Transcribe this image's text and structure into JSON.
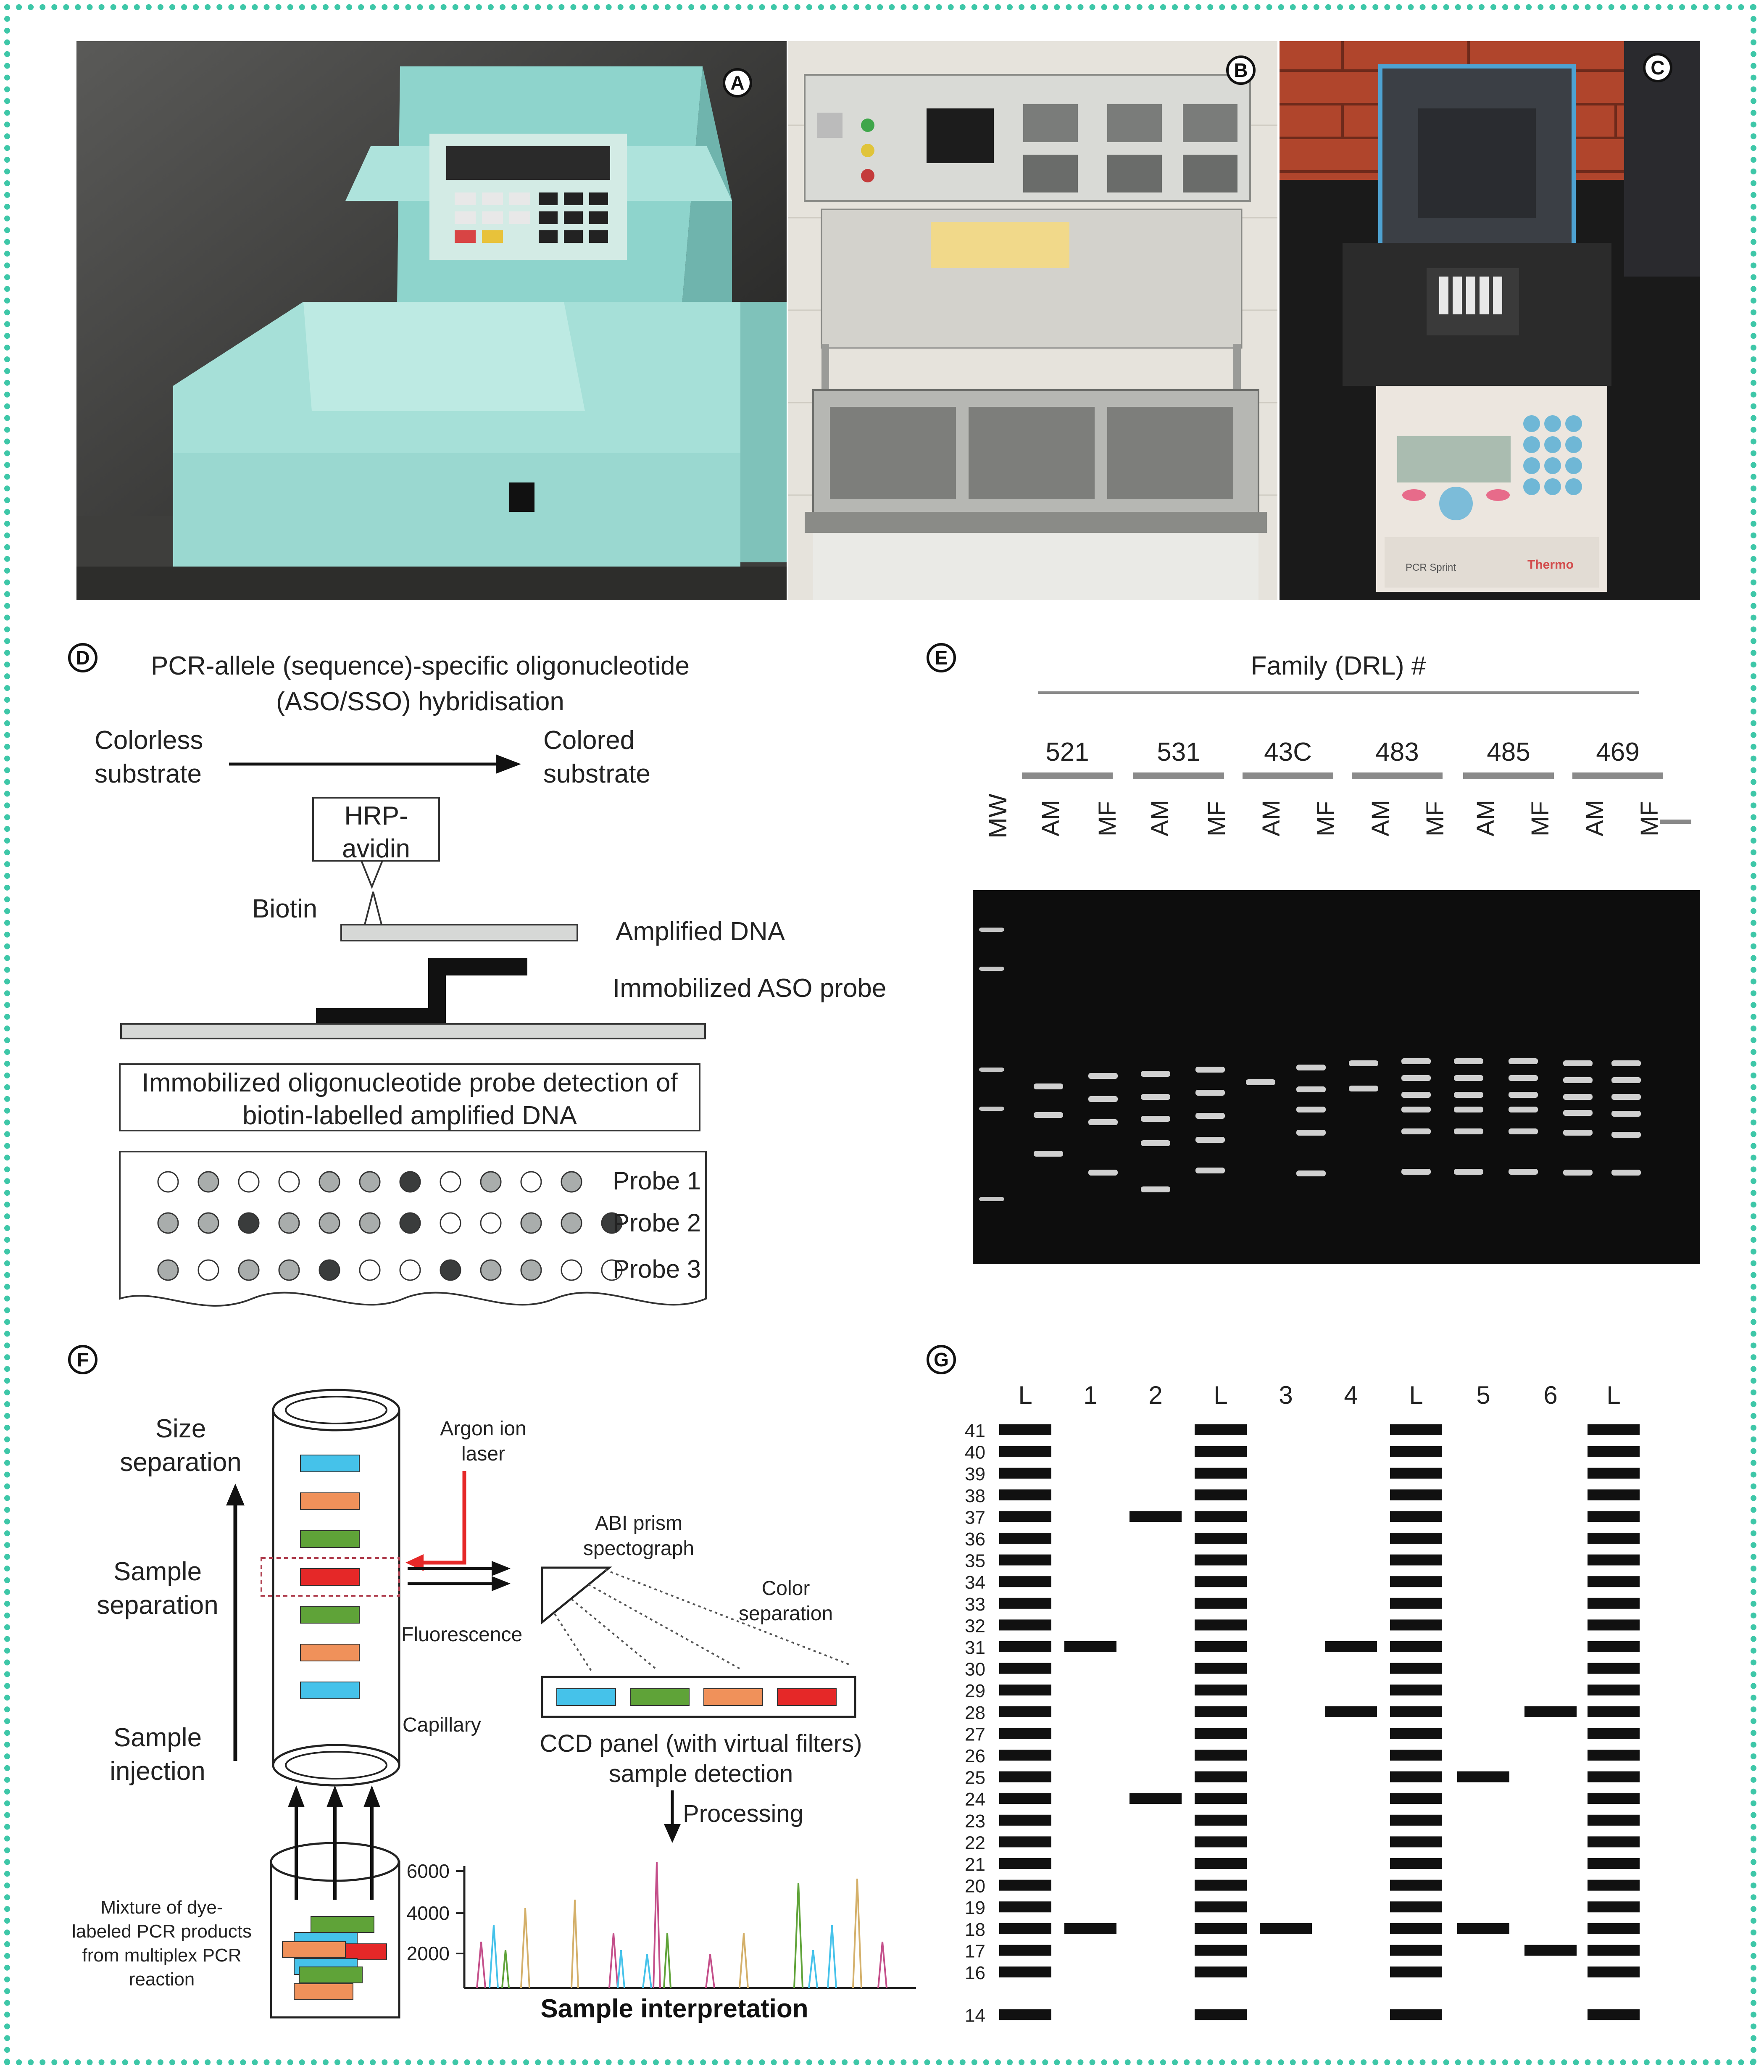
{
  "panels": {
    "A": {
      "badge": "A"
    },
    "B": {
      "badge": "B"
    },
    "C": {
      "badge": "C",
      "brand": "Thermo",
      "model": "PCR Sprint"
    },
    "D": {
      "badge": "D",
      "title_line1": "PCR-allele (sequence)-specific oligonucleotide",
      "title_line2": "(ASO/SSO) hybridisation",
      "colorless_line1": "Colorless",
      "colorless_line2": "substrate",
      "colored_line1": "Colored",
      "colored_line2": "substrate",
      "hrp_line1": "HRP-",
      "hrp_line2": "avidin",
      "biotin": "Biotin",
      "amplified_dna": "Amplified DNA",
      "immobilized_probe": "Immobilized ASO probe",
      "box_line1": "Immobilized oligonucleotide probe detection of",
      "box_line2": "biotin-labelled amplified DNA",
      "probe_rows": [
        {
          "label": "Probe 1",
          "dots": [
            "w",
            "g",
            "w",
            "w",
            "g",
            "g",
            "d",
            "w",
            "g",
            "w",
            "g"
          ]
        },
        {
          "label": "Probe 2",
          "dots": [
            "g",
            "g",
            "d",
            "g",
            "g",
            "g",
            "d",
            "w",
            "w",
            "g",
            "g",
            "d"
          ]
        },
        {
          "label": "Probe 3",
          "dots": [
            "g",
            "w",
            "g",
            "g",
            "d",
            "w",
            "w",
            "d",
            "g",
            "g",
            "w",
            "w"
          ]
        }
      ],
      "colors": {
        "white": "#ffffff",
        "grey": "#a9adac",
        "dark": "#3a3c3c"
      }
    },
    "E": {
      "badge": "E",
      "family_label": "Family (DRL) #",
      "families": [
        "521",
        "531",
        "43C",
        "483",
        "485",
        "469"
      ],
      "mw": "MW",
      "lanes": [
        "AM",
        "MF",
        "AM",
        "MF",
        "AM",
        "MF",
        "AM",
        "MF",
        "AM",
        "MF",
        "AM",
        "MF"
      ]
    },
    "F": {
      "badge": "F",
      "size_separation": [
        "Size",
        "separation"
      ],
      "sample_separation": [
        "Sample",
        "separation"
      ],
      "sample_injection": [
        "Sample",
        "injection"
      ],
      "argon": [
        "Argon ion",
        "laser"
      ],
      "abi": [
        "ABI prism",
        "spectograph"
      ],
      "color_sep": [
        "Color",
        "separation"
      ],
      "fluorescence": "Fluorescence",
      "capillary": "Capillary",
      "ccd": [
        "CCD panel (with virtual filters)",
        "sample detection"
      ],
      "processing": "Processing",
      "mixture": [
        "Mixture of dye-",
        "labeled PCR products",
        "from multiplex PCR",
        "reaction"
      ],
      "y_ticks": [
        "6000",
        "4000",
        "2000"
      ],
      "interpretation": "Sample interpretation",
      "dye_colors": {
        "blue": "#45c2ea",
        "green": "#5fa338",
        "orange": "#f0915a",
        "red": "#e52828"
      }
    },
    "G": {
      "badge": "G",
      "columns": [
        "L",
        "1",
        "2",
        "L",
        "3",
        "4",
        "L",
        "5",
        "6",
        "L"
      ],
      "ladder": [
        "41",
        "40",
        "39",
        "38",
        "37",
        "36",
        "35",
        "34",
        "33",
        "32",
        "31",
        "30",
        "29",
        "28",
        "27",
        "26",
        "25",
        "24",
        "23",
        "22",
        "21",
        "20",
        "19",
        "18",
        "17",
        "16",
        "14"
      ],
      "samples": {
        "1": [
          "31",
          "18"
        ],
        "2": [
          "37",
          "24"
        ],
        "3": [
          "18"
        ],
        "4": [
          "31",
          "28"
        ],
        "5": [
          "25",
          "18"
        ],
        "6": [
          "28",
          "17"
        ]
      }
    }
  }
}
